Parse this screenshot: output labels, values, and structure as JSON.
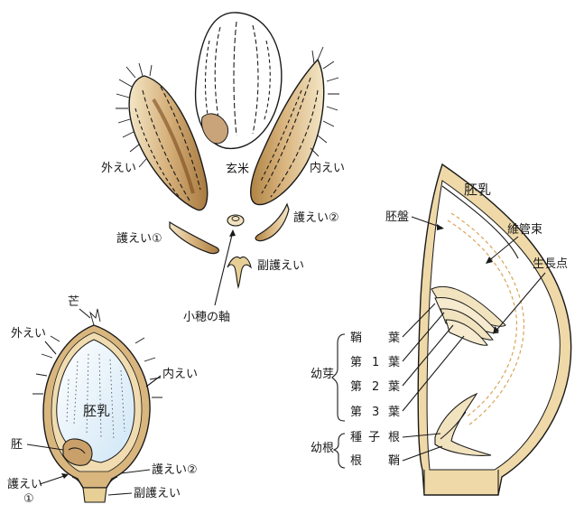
{
  "top_spikelet": {
    "genmai": "玄米",
    "gaiei": "外えい",
    "naiei": "内えい",
    "goei1": "護えい①",
    "goei2": "護えい②",
    "fukugoei": "副護えい",
    "shosuijiku": "小穂の軸"
  },
  "cross_section": {
    "nogi": "芒",
    "gaiei": "外えい",
    "naiei": "内えい",
    "hainyu": "胚乳",
    "hai": "胚",
    "goei1_a": "護えい",
    "goei1_b": "①",
    "goei2": "護えい②",
    "fukugoei": "副護えい"
  },
  "embryo": {
    "hainyu": "胚乳",
    "haiban": "胚盤",
    "ikansoku": "維管束",
    "seichoten": "生長点",
    "yoga": "幼芽",
    "yokon": "幼根",
    "sho": "鞘",
    "sho_ha": "葉",
    "dai": "第",
    "n1": "1",
    "n2": "2",
    "n3": "3",
    "ha": "葉",
    "shushi": "種",
    "shi": "子",
    "kon": "根",
    "kon2": "根",
    "sho2": "鞘"
  },
  "colors": {
    "husk_light": "#f2e3bf",
    "husk_mid": "#d9b67e",
    "husk_dark": "#9c6a34",
    "endosperm": "#dff0fb",
    "embryo_fill": "#fbeedc",
    "outline": "#1a1a1a"
  }
}
